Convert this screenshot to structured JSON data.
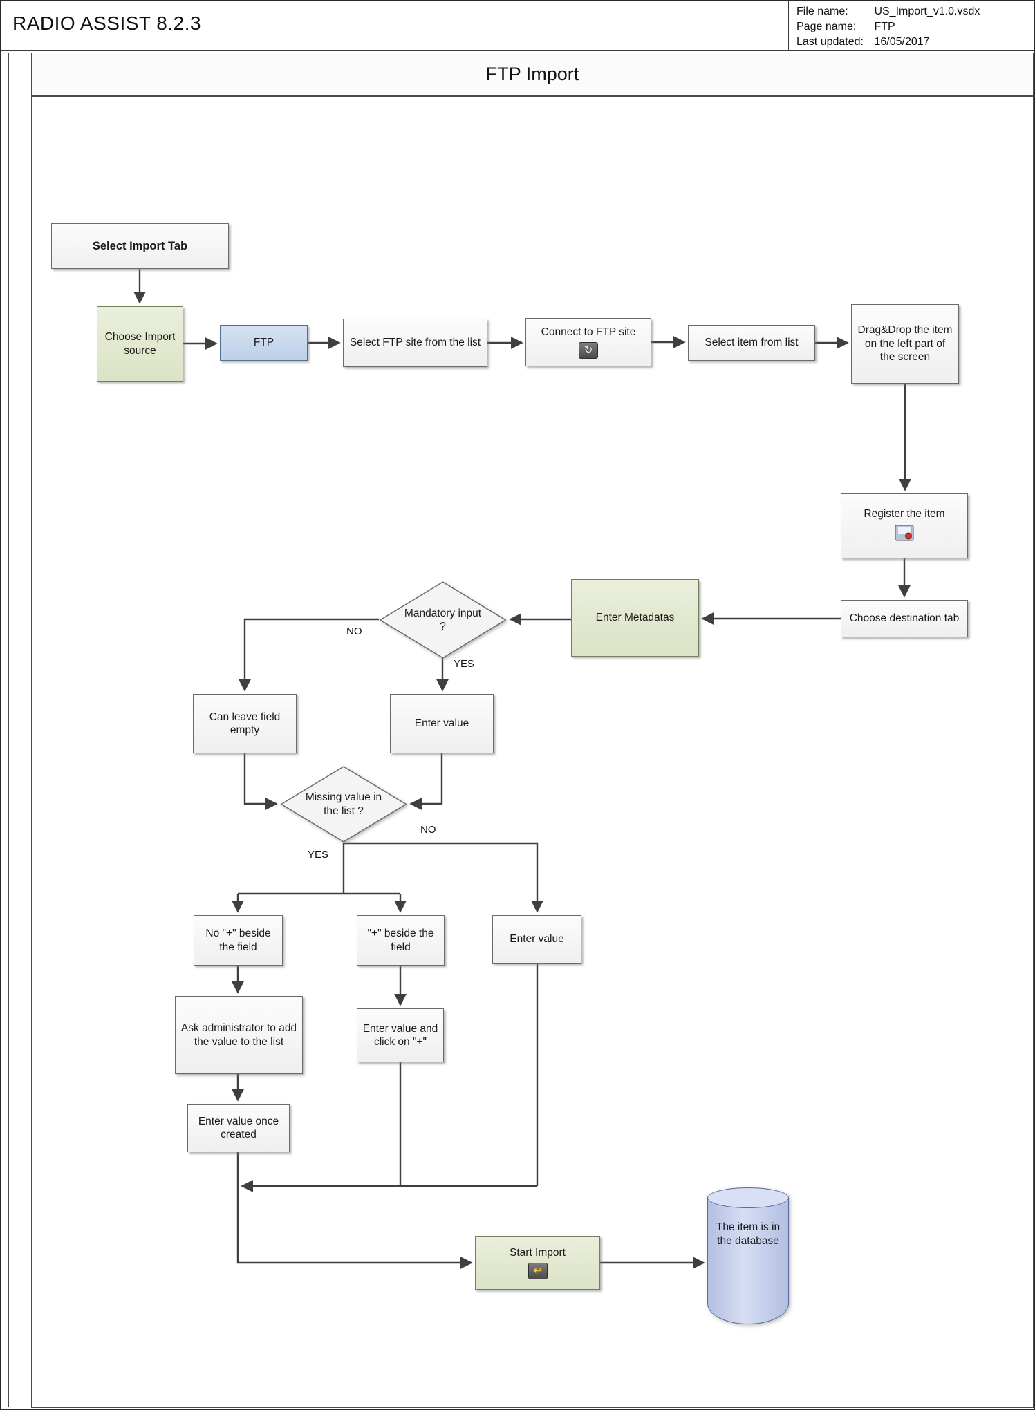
{
  "header": {
    "app_title": "RADIO ASSIST 8.2.3",
    "file_name_label": "File name:",
    "file_name": "US_Import_v1.0.vsdx",
    "page_name_label": "Page name:",
    "page_name": "FTP",
    "last_updated_label": "Last updated:",
    "last_updated": "16/05/2017"
  },
  "page_title": "FTP Import",
  "flowchart": {
    "nodes": {
      "select_import_tab": "Select Import Tab",
      "choose_import_source": "Choose Import source",
      "ftp": "FTP",
      "select_ftp_site": "Select FTP site from the list",
      "connect_ftp_site": "Connect to FTP site",
      "select_item": "Select item from list",
      "drag_drop": "Drag&Drop the item on the left part of the screen",
      "register_item": "Register the item",
      "choose_destination_tab": "Choose destination tab",
      "enter_metadatas": "Enter Metadatas",
      "mandatory_input": "Mandatory input ?",
      "can_leave_empty": "Can leave field empty",
      "enter_value_1": "Enter value",
      "missing_value": "Missing value in the list ?",
      "no_plus_beside": "No \"+\" beside the field",
      "plus_beside": "\"+\" beside the field",
      "enter_value_2": "Enter value",
      "ask_admin": "Ask administrator to add the value to the list",
      "enter_value_click_plus": "Enter value and click on \"+\"",
      "enter_value_once_created": "Enter value once created",
      "start_import": "Start Import",
      "item_in_database": "The item is in the database"
    },
    "edge_labels": {
      "mandatory_no": "NO",
      "mandatory_yes": "YES",
      "missing_yes": "YES",
      "missing_no": "NO"
    },
    "icons": {
      "connect": "↻",
      "start": "↩"
    }
  },
  "colors": {
    "green_node": "#dde5c9",
    "blue_node": "#c3d4ea",
    "cylinder_fill": "#c6d0ea",
    "arrow": "#3f3f3f"
  }
}
